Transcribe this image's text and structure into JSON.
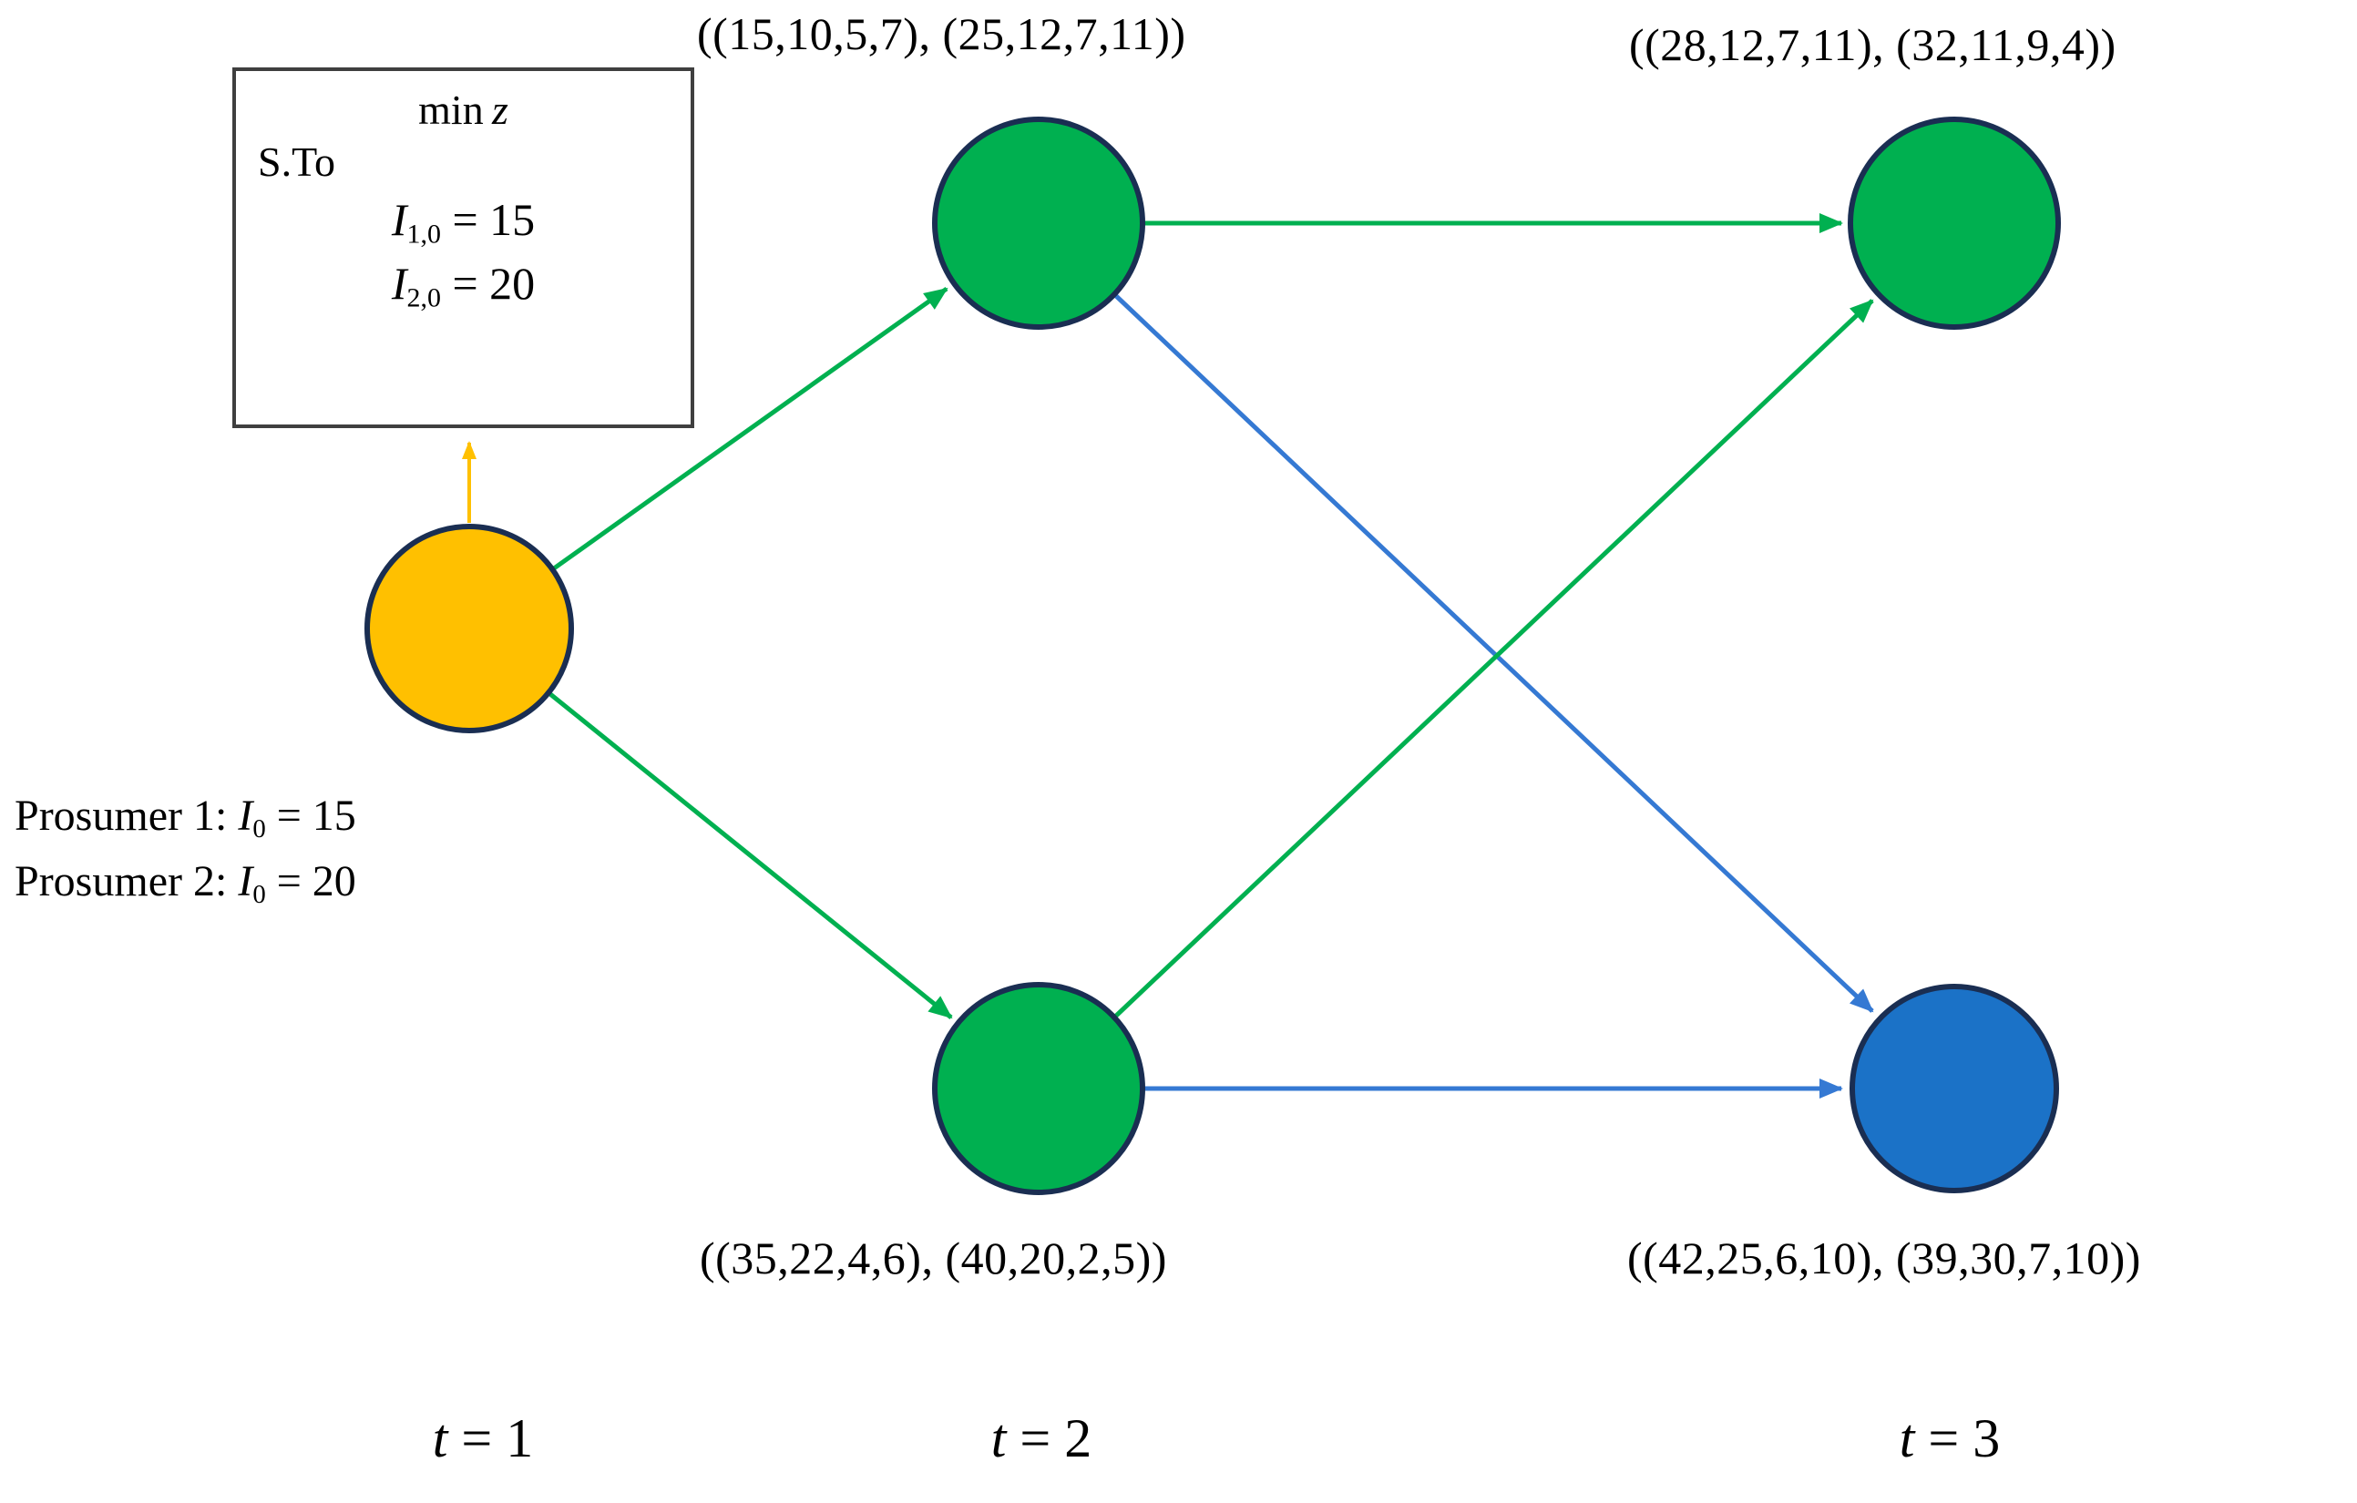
{
  "palette": {
    "node_yellow": "#FFC000",
    "node_green": "#00B050",
    "node_blue": "#1B72C7",
    "edge_green": "#00B050",
    "edge_blue": "#3579D3",
    "edge_yellow": "#FFC000",
    "node_border": "#1A2E52",
    "box_border": "#3F3F3F",
    "text": "#000000",
    "background": "#FFFFFF"
  },
  "objective_box": {
    "min_keyword": "min",
    "min_variable": "z",
    "subject_to": "S.To",
    "constraints": [
      {
        "variable": "I",
        "subscript": "1,0",
        "relation": " = 15"
      },
      {
        "variable": "I",
        "subscript": "2,0",
        "relation": " = 20"
      }
    ]
  },
  "root_note": {
    "lines": [
      {
        "prefix": "Prosumer 1: ",
        "variable": "I",
        "subscript": "0",
        "relation": " = 15"
      },
      {
        "prefix": "Prosumer 2: ",
        "variable": "I",
        "subscript": "0",
        "relation": " = 20"
      }
    ]
  },
  "scenario_labels": {
    "t2_top": "((15,10,5,7), (25,12,7,11))",
    "t2_bottom": "((35,22,4,6), (40,20,2,5))",
    "t3_top": "((28,12,7,11), (32,11,9,4))",
    "t3_bottom": "((42,25,6,10), (39,30,7,10))"
  },
  "time_axis": [
    {
      "variable": "t",
      "relation": " = 1"
    },
    {
      "variable": "t",
      "relation": " = 2"
    },
    {
      "variable": "t",
      "relation": " = 3"
    }
  ]
}
